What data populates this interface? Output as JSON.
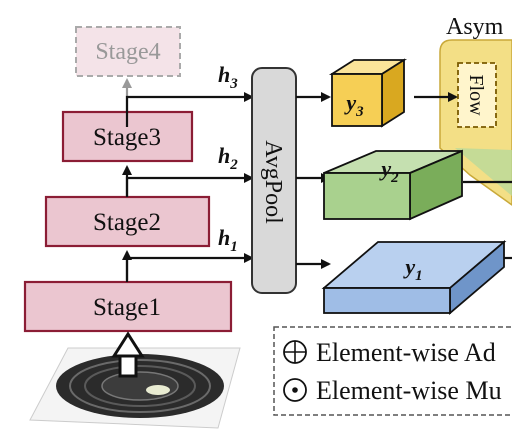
{
  "stages": {
    "stage1": "Stage1",
    "stage2": "Stage2",
    "stage3": "Stage3",
    "stage4": "Stage4"
  },
  "features": {
    "h1_base": "h",
    "h1_sub": "1",
    "h2_base": "h",
    "h2_sub": "2",
    "h3_base": "h",
    "h3_sub": "3"
  },
  "avgpool": "AvgPool",
  "outputs": {
    "y1_base": "y",
    "y1_sub": "1",
    "y2_base": "y",
    "y2_sub": "2",
    "y3_base": "y",
    "y3_sub": "3"
  },
  "top_right": {
    "title": "Asym",
    "flow": "Flow"
  },
  "legend": {
    "add": "Element-wise Ad",
    "mul": "Element-wise Mu"
  },
  "colors": {
    "stage_fill": "#ebc6d0",
    "stage_border": "#8b1d35",
    "stage4_border": "#aaaaaa",
    "avgpool_fill": "#d9d9d9",
    "y1_fill": "#9fbde6",
    "y2_fill": "#a9d18e",
    "y3_fill": "#f6cf55",
    "flow_region": "#f3df86"
  }
}
